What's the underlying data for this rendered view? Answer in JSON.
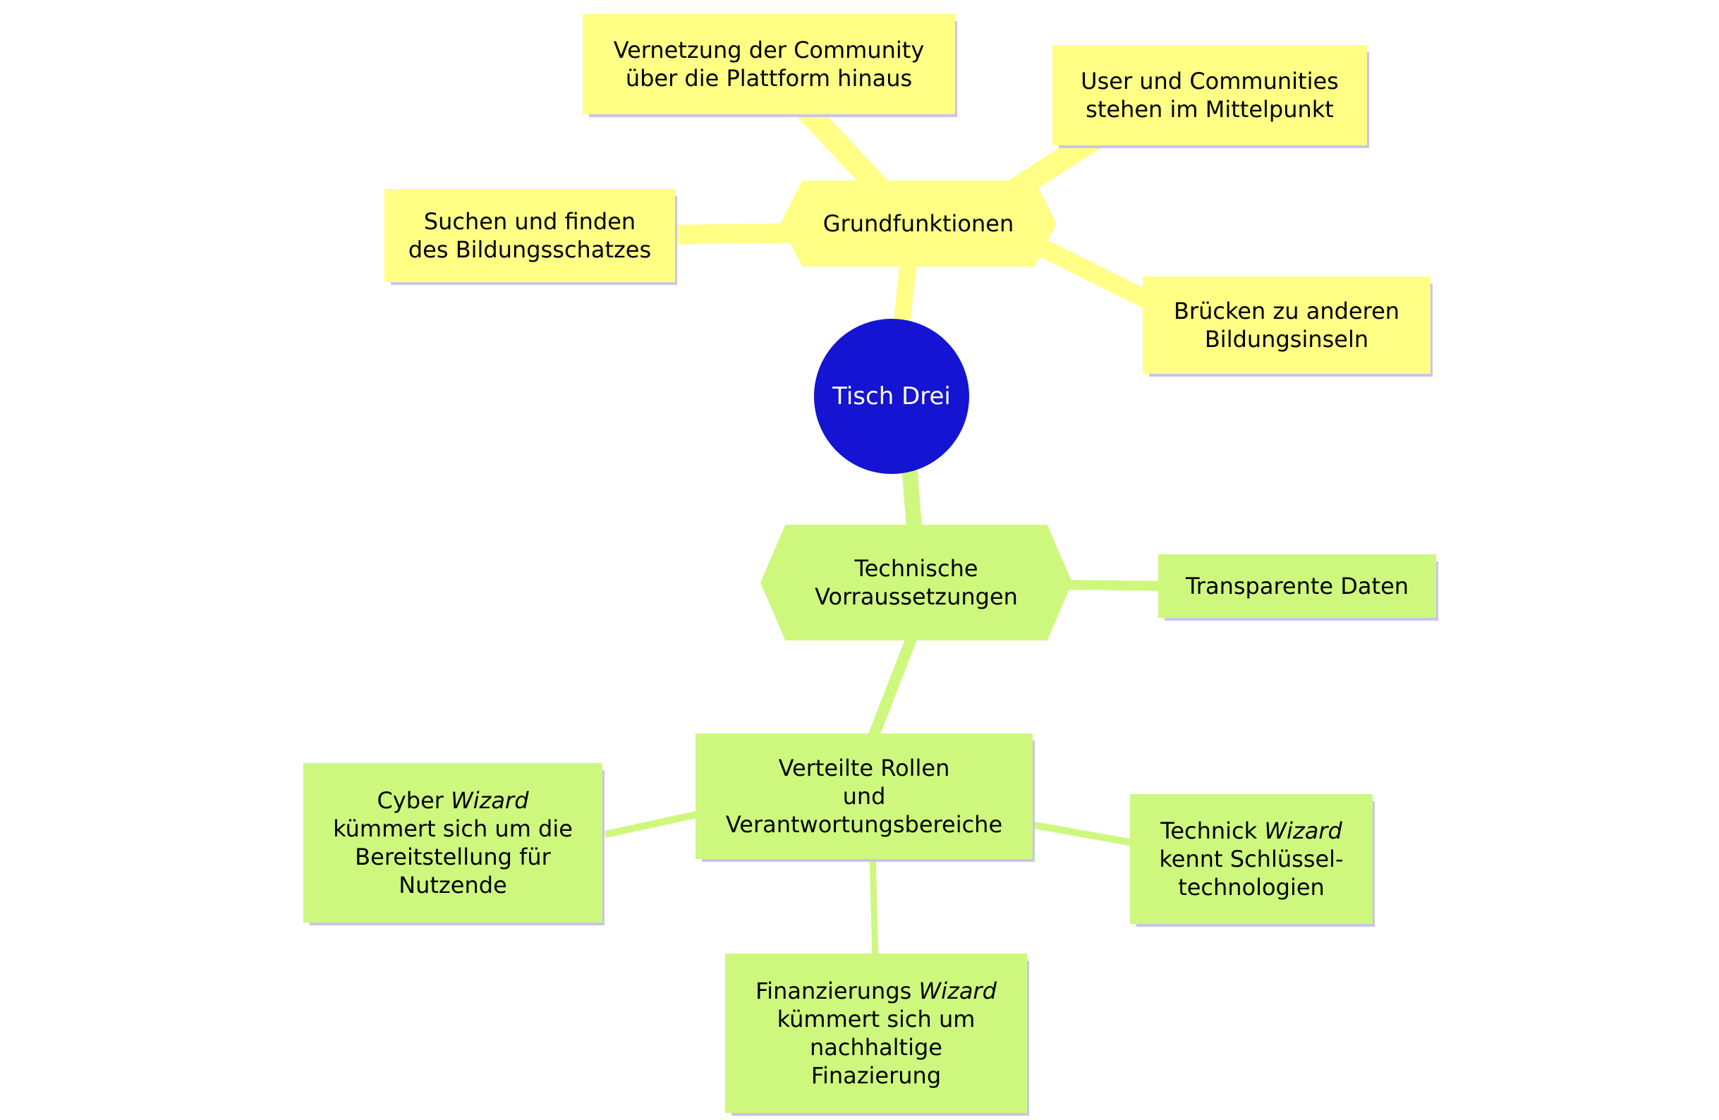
{
  "colors": {
    "yellow": "#FFFF85",
    "green": "#CDF87D",
    "root_blue": "#1414D2",
    "shadow": "#C8C5E8",
    "text": "#000000",
    "root_text": "#FFFFFF"
  },
  "root": {
    "label": "Tisch Drei"
  },
  "nodes": {
    "grundfunktionen": {
      "label": "Grundfunktionen"
    },
    "vernetzung": {
      "lines": [
        "Vernetzung der Community",
        "über die Plattform hinaus"
      ]
    },
    "user": {
      "lines": [
        "User und Communities",
        "stehen im Mittelpunkt"
      ]
    },
    "suchen": {
      "lines": [
        "Suchen und finden",
        "des Bildungsschatzes"
      ]
    },
    "bruecken": {
      "lines": [
        "Brücken zu anderen",
        "Bildungsinseln"
      ]
    },
    "technische": {
      "lines": [
        "Technische",
        "Vorraussetzungen"
      ]
    },
    "transparente": {
      "label": "Transparente Daten"
    },
    "verteilte": {
      "lines": [
        "Verteilte Rollen",
        "und",
        "Verantwortungsbereiche"
      ]
    },
    "cyber": {
      "l1_prefix": "Cyber ",
      "l1_italic": "Wizard",
      "lines": [
        "kümmert sich um die",
        "Bereitstellung für",
        "Nutzende"
      ]
    },
    "technick": {
      "l1_prefix": "Technick ",
      "l1_italic": "Wizard",
      "lines": [
        "kennt Schlüssel-",
        "technologien"
      ]
    },
    "finanzierungs": {
      "l1_prefix": "Finanzierungs ",
      "l1_italic": "Wizard",
      "lines": [
        "kümmert sich um",
        "nachhaltige",
        "Finazierung"
      ]
    }
  }
}
